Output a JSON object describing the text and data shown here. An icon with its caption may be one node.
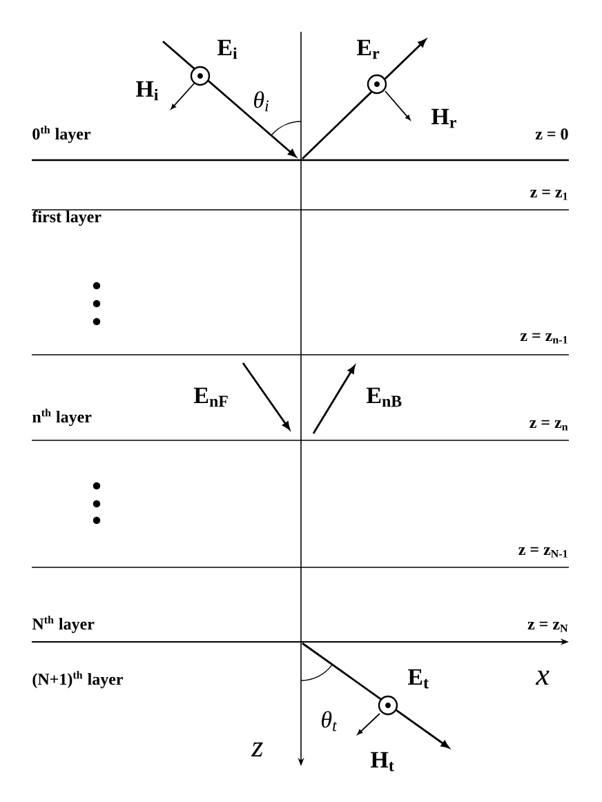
{
  "diagram": {
    "labels": [
      "E$_{i}$",
      "E$_{r}$",
      "H$_{i}$",
      "θ$_{i}$",
      "H$_{r}$",
      "0$^{th}$ layer",
      "z = 0",
      "first layer",
      "z = z$_{1}$",
      "z = z$_{n-1}$",
      "E$_{nF}$",
      "E$_{nB}$",
      "n$^{th}$ layer",
      "z = z$_{n}$",
      "z = z$_{N-1}$",
      "N$^{th}$ layer",
      "z = z$_{N}$",
      "(N+1)$^{th}$ layer",
      "E$_{t}$",
      "x",
      "θ$_{t}$",
      "z",
      "H$_{t}$"
    ]
  }
}
